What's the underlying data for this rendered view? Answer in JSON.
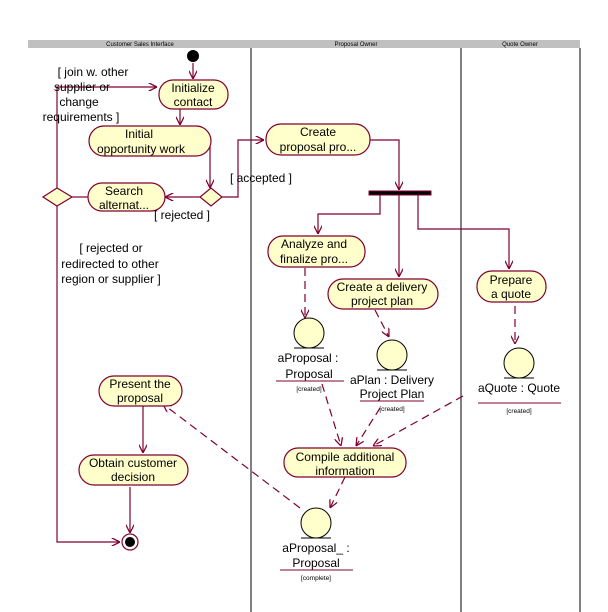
{
  "swimlanes": [
    {
      "label": "Customer Sales Interface"
    },
    {
      "label": "Proposal Owner"
    },
    {
      "label": "Quote Owner"
    }
  ],
  "activities": {
    "initialize_contact": [
      "Initialize",
      "contact"
    ],
    "initial_opportunity_work": [
      "Initial",
      "opportunity work"
    ],
    "search_alternatives": [
      "Search",
      "alternat..."
    ],
    "create_proposal": [
      "Create",
      "proposal pro..."
    ],
    "analyze_finalize": [
      "Analyze and",
      "finalize pro..."
    ],
    "create_delivery_plan": [
      "Create a delivery",
      "project plan"
    ],
    "prepare_quote": [
      "Prepare",
      "a quote"
    ],
    "present_proposal": [
      "Present the",
      "proposal"
    ],
    "obtain_decision": [
      "Obtain customer",
      "decision"
    ],
    "compile_info": [
      "Compile additional",
      "information"
    ]
  },
  "guards": {
    "join_other": [
      "[ join w. other",
      "supplier or",
      "change",
      "requirements ]"
    ],
    "accepted": "[ accepted ]",
    "rejected": "[ rejected ]",
    "rejected_redirected": [
      "[ rejected or",
      "redirected to other",
      "region or supplier ]"
    ]
  },
  "objects": {
    "aproposal": {
      "name": [
        "aProposal :",
        "Proposal"
      ],
      "state": "[created]"
    },
    "aplan": {
      "name": [
        "aPlan : Delivery",
        "Project Plan"
      ],
      "state": "[created]"
    },
    "aquote": {
      "name": [
        "aQuote : Quote"
      ],
      "state": "[created]"
    },
    "aproposal_complete": {
      "name": [
        "aProposal_ :",
        "Proposal"
      ],
      "state": "[complete]"
    }
  },
  "colors": {
    "line": "#800030",
    "fill": "#ffffcc",
    "lane_header": "#c0c0c0"
  }
}
